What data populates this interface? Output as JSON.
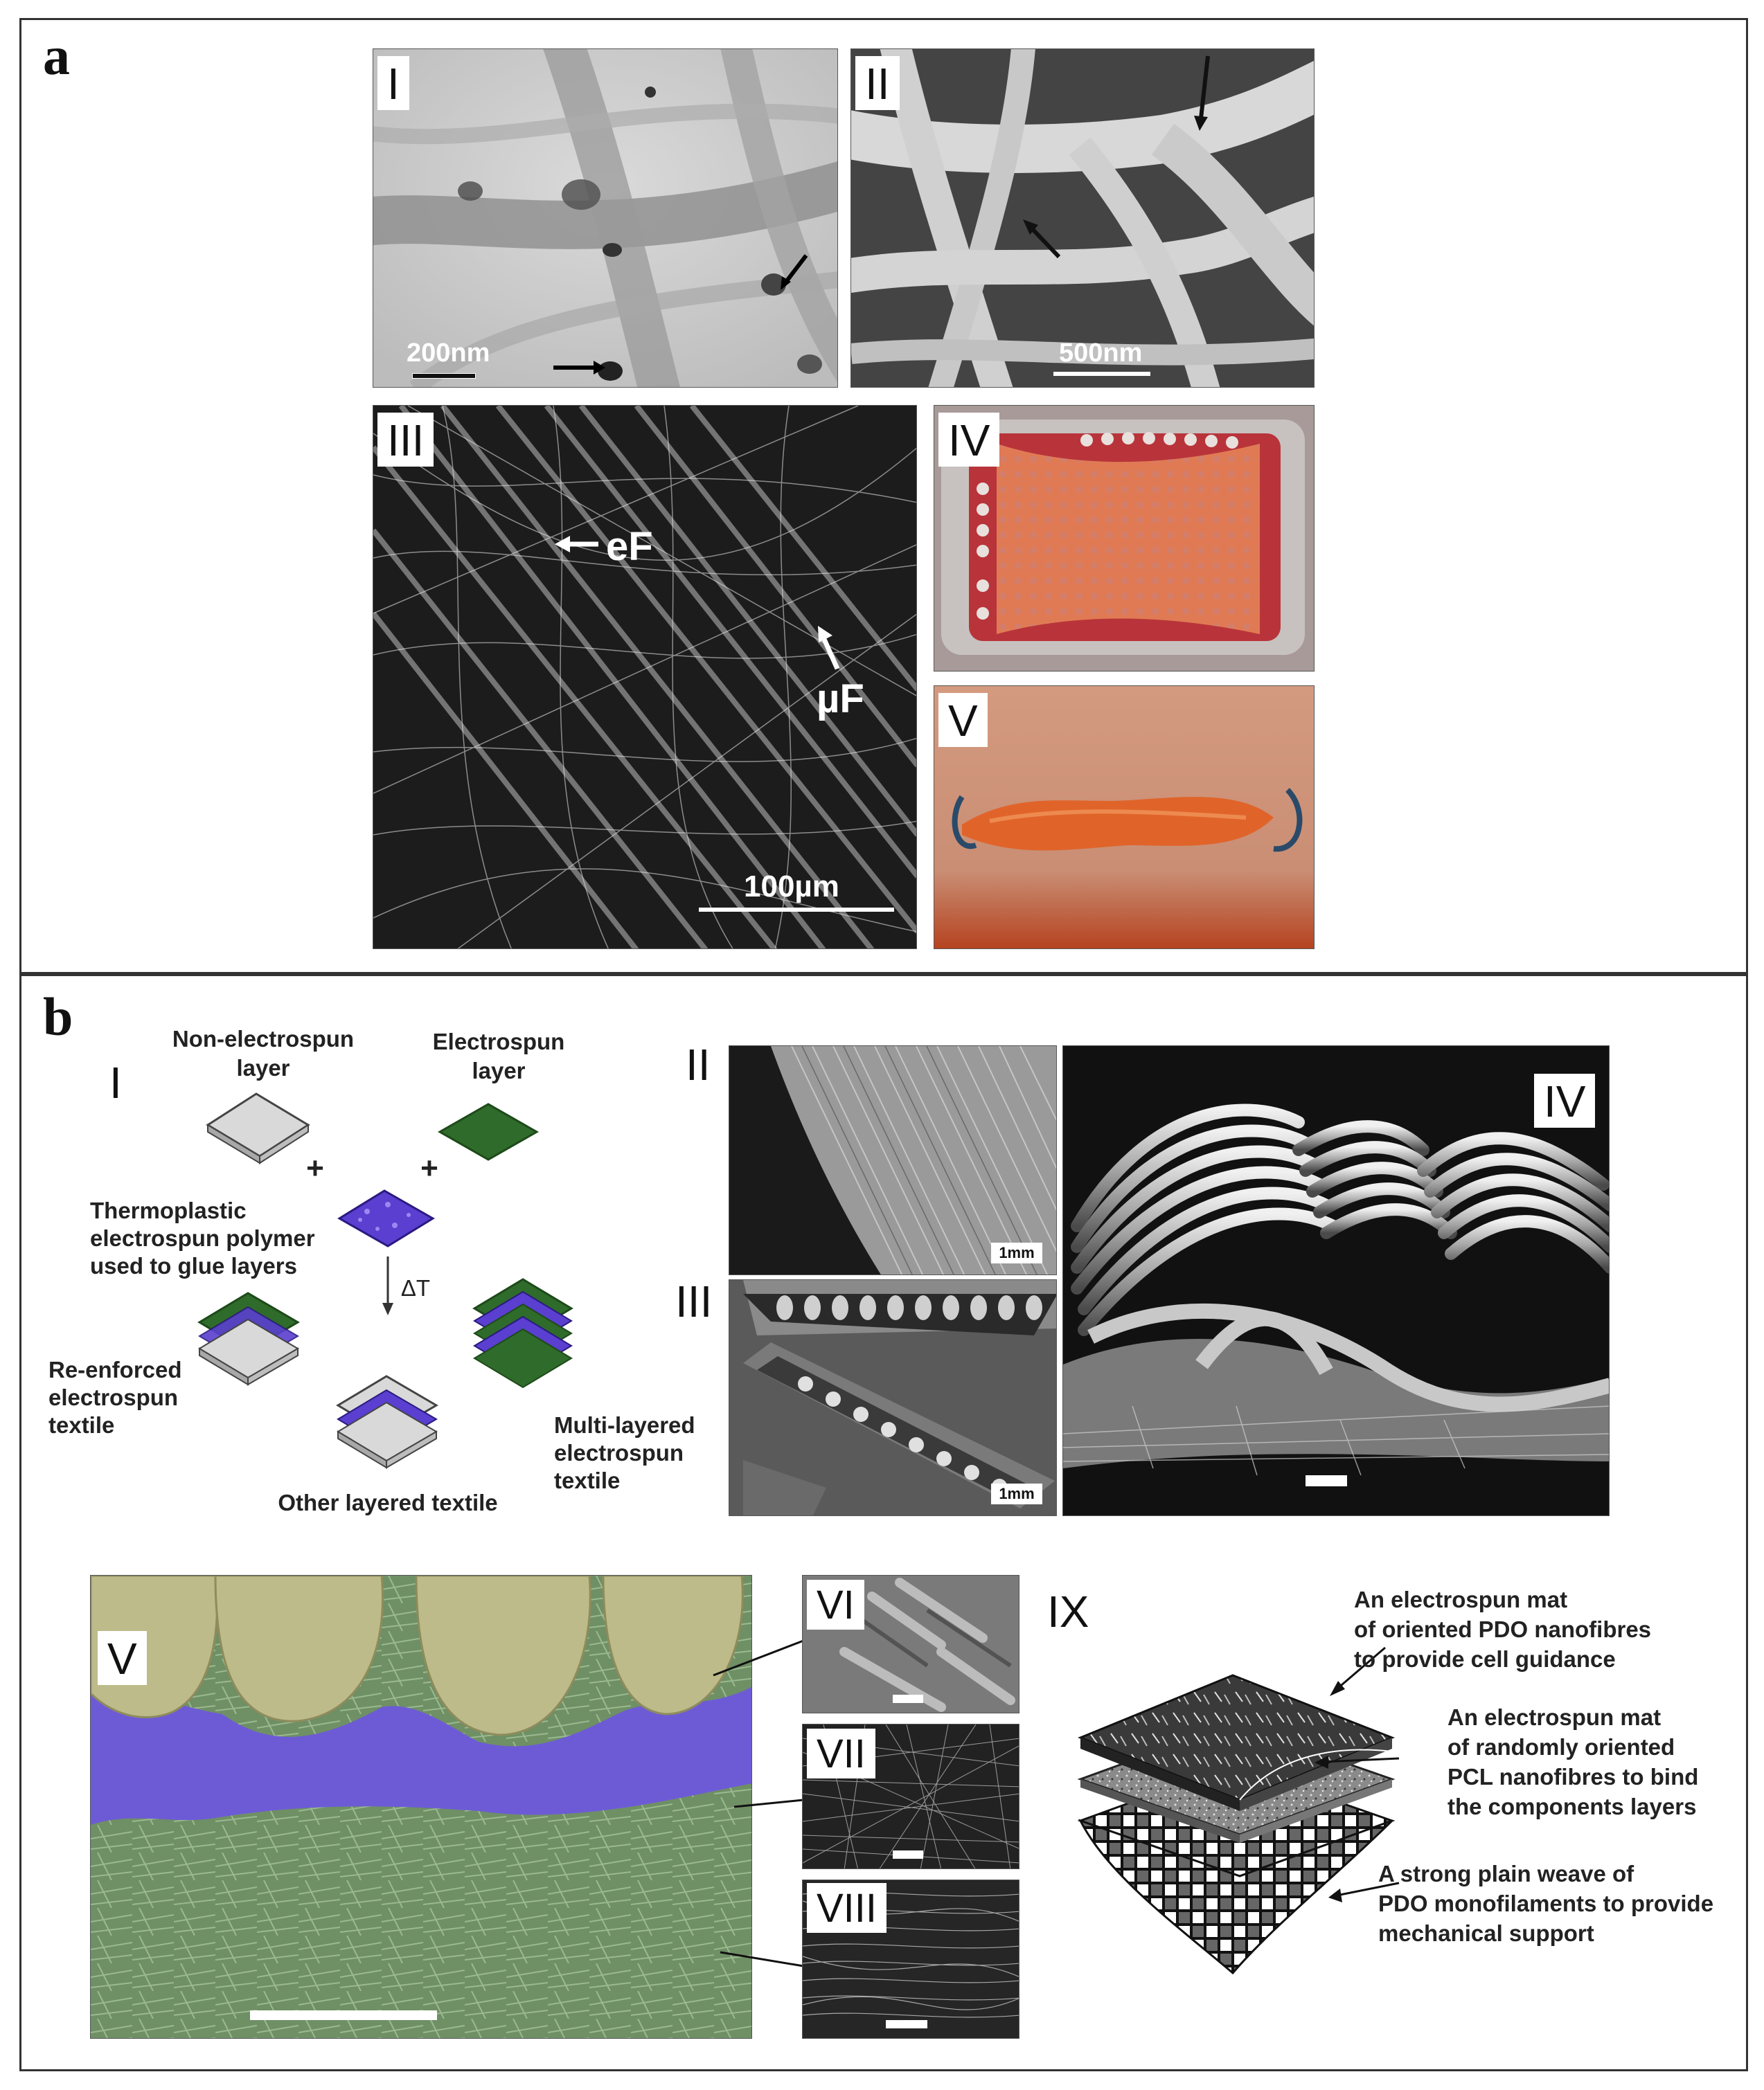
{
  "panel_a": {
    "label": "a",
    "subpanels": {
      "I": {
        "tag": "I",
        "scale": "200nm"
      },
      "II": {
        "tag": "II",
        "scale": "500nm"
      },
      "III": {
        "tag": "III",
        "scale": "100µm",
        "arrow1": "eF",
        "arrow2": "µF"
      },
      "IV": {
        "tag": "IV"
      },
      "V": {
        "tag": "V"
      }
    }
  },
  "panel_b": {
    "label": "b",
    "schematic": {
      "tag": "I",
      "non_electrospun_l1": "Non-electrospun",
      "non_electrospun_l2": "layer",
      "electrospun_l1": "Electrospun",
      "electrospun_l2": "layer",
      "plus": "+",
      "thermo_l1": "Thermoplastic",
      "thermo_l2": "electrospun polymer",
      "thermo_l3": "used to glue layers",
      "delta_t": "ΔT",
      "reinforced_l1": "Re-enforced",
      "reinforced_l2": "electrospun",
      "reinforced_l3": "textile",
      "multi_l1": "Multi-layered",
      "multi_l2": "electrospun",
      "multi_l3": "textile",
      "other": "Other layered textile"
    },
    "sem": {
      "II": {
        "tag": "II",
        "scale": "1mm"
      },
      "III": {
        "tag": "III",
        "scale": "1mm"
      },
      "IV": {
        "tag": "IV"
      },
      "V": {
        "tag": "V"
      },
      "VI": {
        "tag": "VI"
      },
      "VII": {
        "tag": "VII"
      },
      "VIII": {
        "tag": "VIII"
      }
    },
    "layers_diagram": {
      "tag": "IX",
      "top_l1": "An electrospun mat",
      "top_l2": "of oriented PDO nanofibres",
      "top_l3": "to provide cell guidance",
      "mid_l1": "An electrospun mat",
      "mid_l2": "of randomly oriented",
      "mid_l3": "PCL nanofibres to bind",
      "mid_l4": "the components layers",
      "bot_l1": "A strong plain weave of",
      "bot_l2": "PDO monofilaments to provide",
      "bot_l3": "mechanical support"
    }
  }
}
